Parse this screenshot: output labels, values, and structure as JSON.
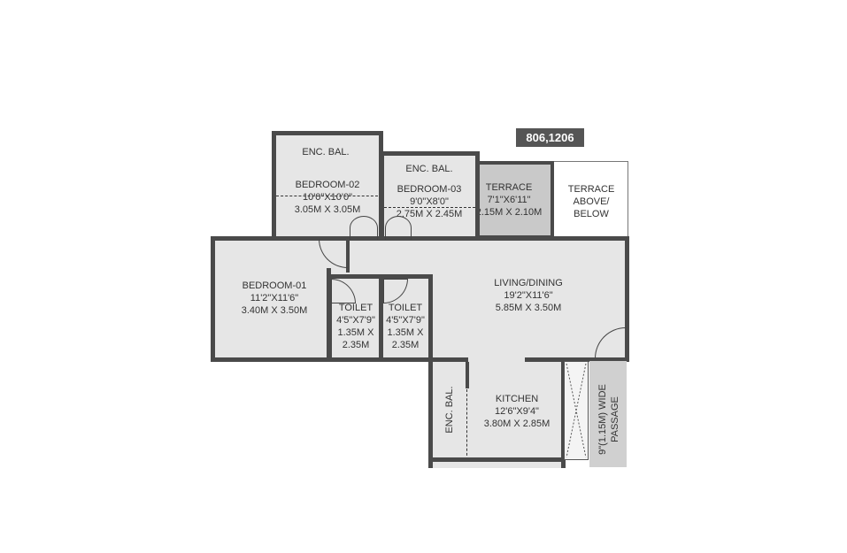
{
  "unit_label": "806,1206",
  "rooms": {
    "bed2": {
      "bal": "ENC. BAL.",
      "name": "BEDROOM-02",
      "imperial": "10'0\"X10'0\"",
      "metric": "3.05M X 3.05M"
    },
    "bed3": {
      "bal": "ENC. BAL.",
      "name": "BEDROOM-03",
      "imperial": "9'0\"X8'0\"",
      "metric": "2.75M X 2.45M"
    },
    "terrace": {
      "name": "TERRACE",
      "imperial": "7'1\"X6'11\"",
      "metric": "2.15M X 2.10M"
    },
    "terrace_above": {
      "line1": "TERRACE",
      "line2": "ABOVE/",
      "line3": "BELOW"
    },
    "bed1": {
      "name": "BEDROOM-01",
      "imperial": "11'2\"X11'6\"",
      "metric": "3.40M X 3.50M"
    },
    "toilet1": {
      "name": "TOILET",
      "imperial": "4'5\"X7'9\"",
      "metric1": "1.35M X",
      "metric2": "2.35M"
    },
    "toilet2": {
      "name": "TOILET",
      "imperial": "4'5\"X7'9\"",
      "metric1": "1.35M X",
      "metric2": "2.35M"
    },
    "living": {
      "name": "LIVING/DINING",
      "imperial": "19'2\"X11'6\"",
      "metric": "5.85M X 3.50M"
    },
    "kitchen": {
      "name": "KITCHEN",
      "imperial": "12'6\"X9'4\"",
      "metric": "3.80M X 2.85M"
    },
    "kitchen_bal": {
      "name": "ENC. BAL."
    },
    "passage": {
      "line1": "9\"(1.15M) WIDE",
      "line2": "PASSAGE"
    }
  }
}
